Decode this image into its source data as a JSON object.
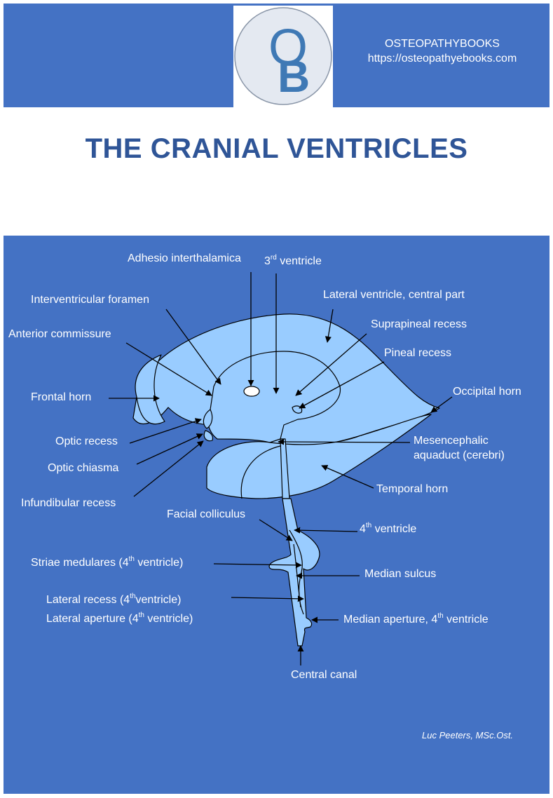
{
  "header": {
    "logo_text": "OB",
    "brand_name": "OSTEOPATHYBOOKS",
    "brand_url": "https://osteopathyebooks.com"
  },
  "title": "THE CRANIAL VENTRICLES",
  "labels": {
    "adhesio": "Adhesio interthalamica",
    "third_ventricle": {
      "num": "3",
      "sup": "rd",
      "rest": " ventricle"
    },
    "lateral_central": "Lateral ventricle, central part",
    "interventricular_foramen": "Interventricular foramen",
    "suprapineal_recess": "Suprapineal recess",
    "anterior_commissure": "Anterior commissure",
    "pineal_recess": "Pineal recess",
    "occipital_horn": "Occipital horn",
    "frontal_horn": "Frontal horn",
    "mesencephalic_aquaduct_1": "Mesencephalic",
    "mesencephalic_aquaduct_2": "aquaduct (cerebri)",
    "optic_recess": "Optic recess",
    "optic_chiasma": "Optic chiasma",
    "temporal_horn": "Temporal horn",
    "infundibular_recess": "Infundibular recess",
    "facial_colliculus": "Facial colliculus",
    "fourth_ventricle": {
      "num": "4",
      "sup": "th",
      "rest": " ventricle"
    },
    "striae": {
      "pre": "Striae medulares (4",
      "sup": "th",
      "post": " ventricle)"
    },
    "median_sulcus": "Median sulcus",
    "lateral_recess": {
      "pre": "Lateral recess (4",
      "sup": "th",
      "post": "ventricle)"
    },
    "lateral_aperture": {
      "pre": "Lateral aperture (4",
      "sup": "th",
      "post": " ventricle)"
    },
    "median_aperture": {
      "pre": "Median aperture, 4",
      "sup": "th",
      "post": " ventricle"
    },
    "central_canal": "Central canal"
  },
  "author": "Luc Peeters, MSc.Ost.",
  "colors": {
    "band": "#4472c4",
    "title": "#2f5597",
    "ventricle_fill": "#99ccff",
    "outline": "#000000"
  }
}
